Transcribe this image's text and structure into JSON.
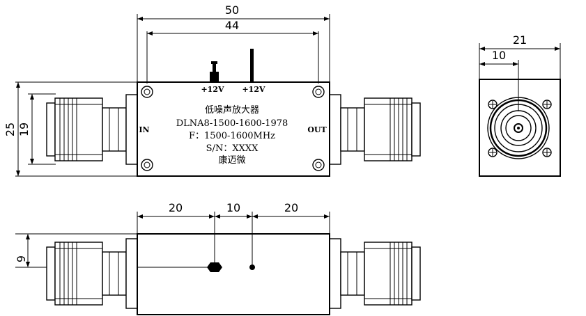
{
  "dimensions": {
    "overall_length": "50",
    "body_length": "44",
    "overall_height": "25",
    "body_height": "19",
    "flange_width": "21",
    "connector_offset": "10",
    "left_spacing": "20",
    "center_spacing": "10",
    "right_spacing": "20",
    "side_height": "9"
  },
  "label": {
    "title": "低噪声放大器",
    "model": "DLNA8-1500-1600-1978",
    "frequency": "F：1500-1600MHz",
    "serial": "S/N：XXXX",
    "brand": "康迈微"
  },
  "ports": {
    "input": "IN",
    "output": "OUT",
    "power_left": "+12V",
    "power_right": "+12V"
  }
}
